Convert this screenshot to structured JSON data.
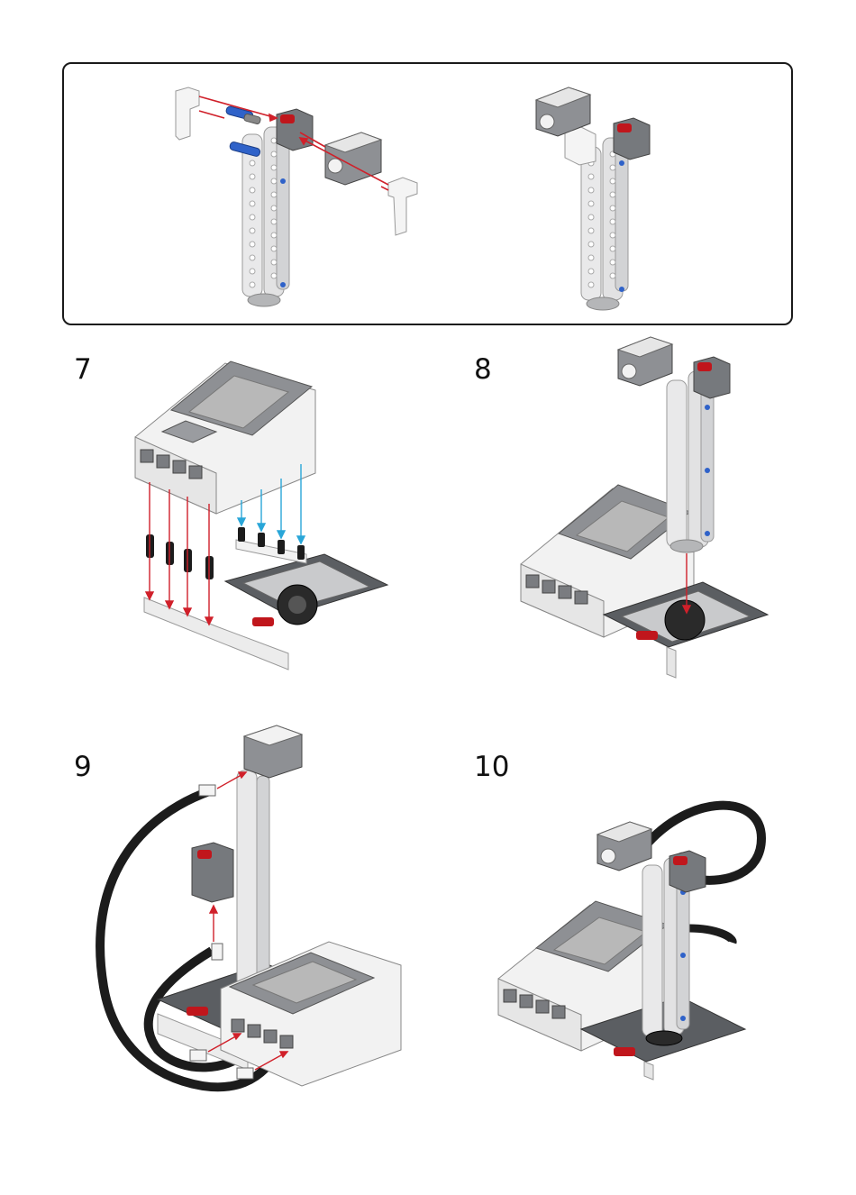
{
  "steps": [
    {
      "number": "7"
    },
    {
      "number": "8"
    },
    {
      "number": "9"
    },
    {
      "number": "10"
    }
  ],
  "colors": {
    "brick_white": "#f2f2f2",
    "brick_light_gray": "#c9cacc",
    "brick_dark_gray": "#5b5e62",
    "screen_gray": "#b8b8b8",
    "axle_red": "#c0161c",
    "pin_blue": "#2f62c9",
    "cable_black": "#1c1c1c",
    "arrow_red": "#d0202a",
    "arrow_cyan": "#29a6d8",
    "outline": "#1a1a1a"
  },
  "icons": [
    "ev3-brick",
    "gyro-sensor",
    "large-motor",
    "beam",
    "connector-peg",
    "turntable-gear",
    "cable"
  ]
}
